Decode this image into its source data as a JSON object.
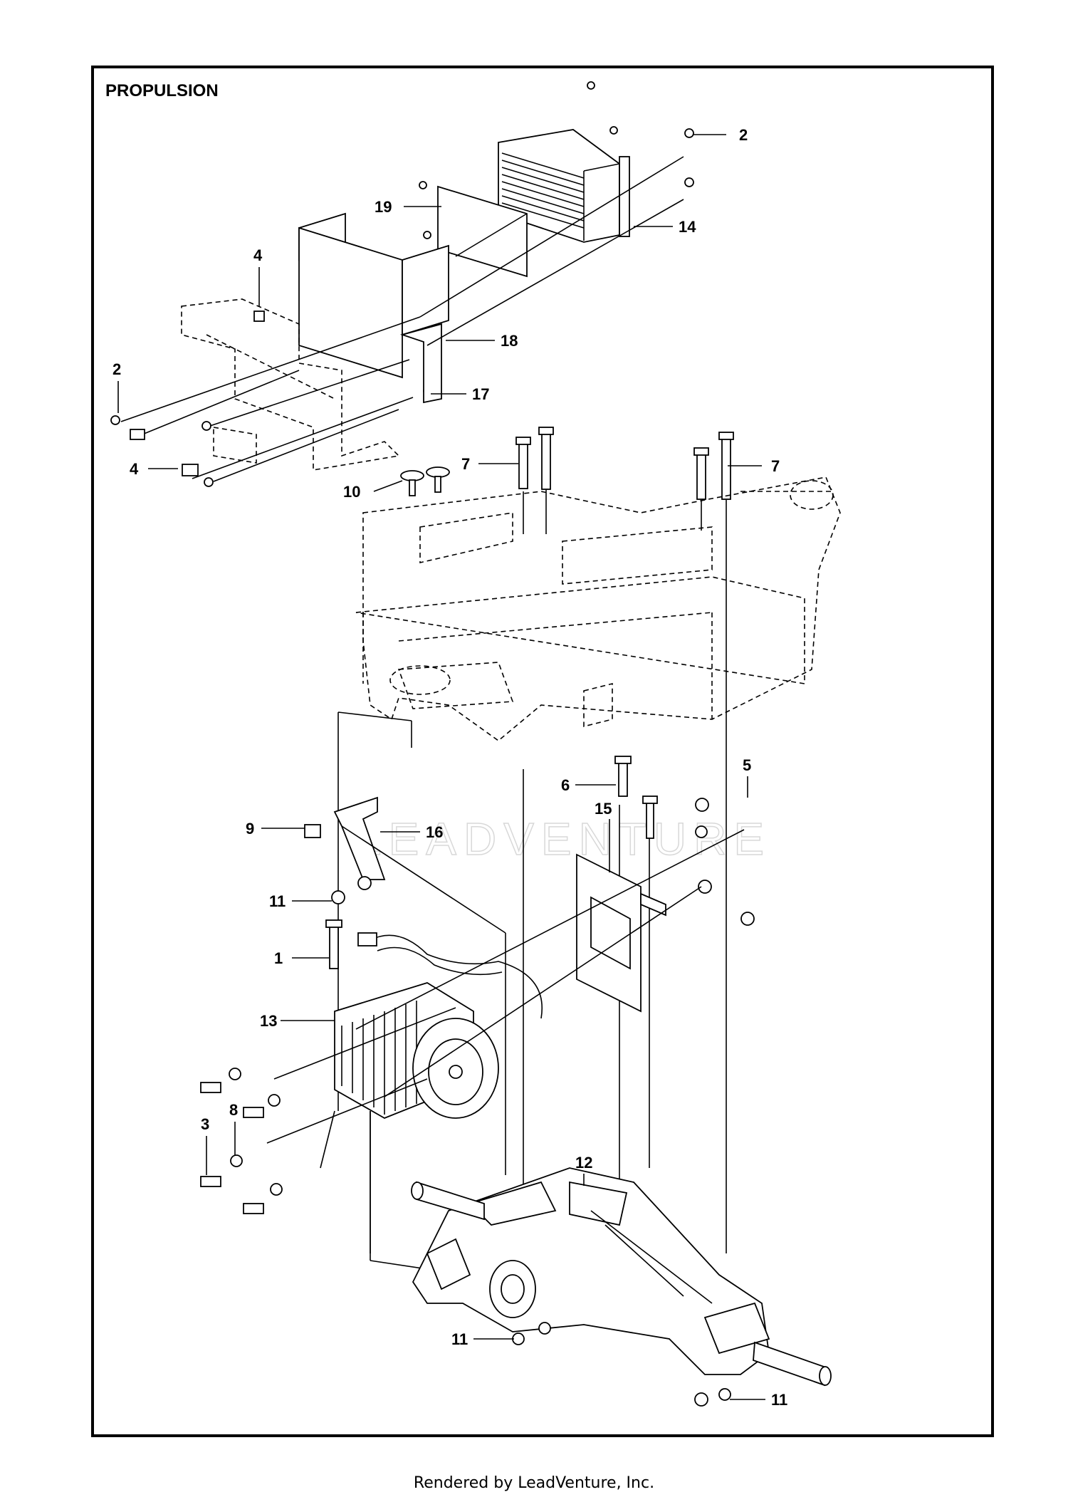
{
  "title": "PROPULSION",
  "watermark": "LEADVENTURE",
  "footer": "Rendered by LeadVenture, Inc.",
  "labels": {
    "l2_top": "2",
    "l14": "14",
    "l19": "19",
    "l4_top": "4",
    "l18": "18",
    "l2_left": "2",
    "l17": "17",
    "l4_bottom": "4",
    "l7_left": "7",
    "l7_right": "7",
    "l10": "10",
    "l5": "5",
    "l6": "6",
    "l15": "15",
    "l9": "9",
    "l16": "16",
    "l11_a": "11",
    "l1": "1",
    "l13": "13",
    "l8": "8",
    "l3": "3",
    "l12": "12",
    "l11_b": "11",
    "l11_c": "11"
  }
}
